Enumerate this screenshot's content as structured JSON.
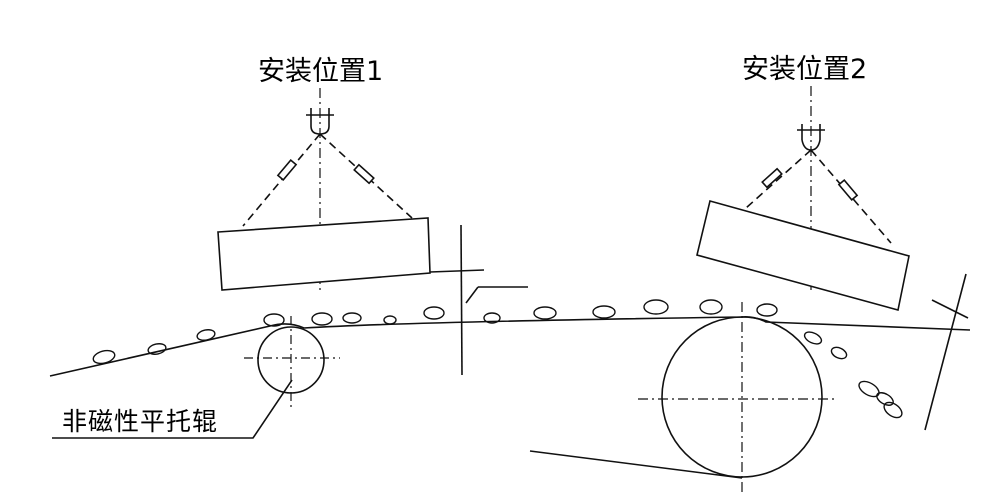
{
  "labels": {
    "position_1": "安装位置1",
    "position_2": "安装位置2",
    "roller": "非磁性平托辊"
  },
  "colors": {
    "line": "#111111",
    "background": "#ffffff"
  }
}
